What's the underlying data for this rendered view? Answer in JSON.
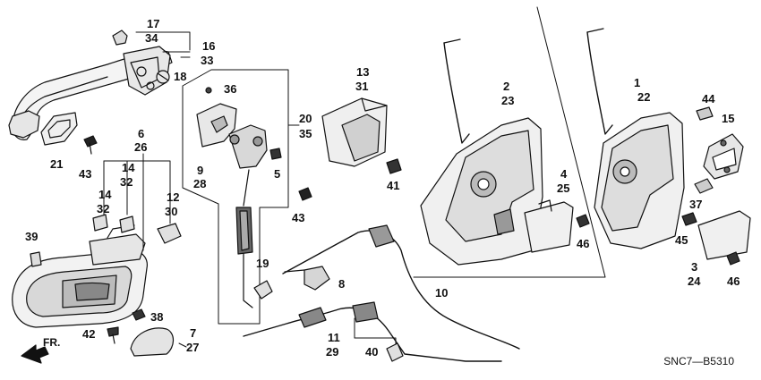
{
  "diagram": {
    "part_code": "SNC7—B5310",
    "front_label": "FR.",
    "callouts": {
      "c1": "1",
      "c22": "22",
      "c2": "2",
      "c23": "23",
      "c3": "3",
      "c24": "24",
      "c4": "4",
      "c25": "25",
      "c5": "5",
      "c6": "6",
      "c26": "26",
      "c7": "7",
      "c27": "27",
      "c8": "8",
      "c9": "9",
      "c28": "28",
      "c10": "10",
      "c11": "11",
      "c29": "29",
      "c12": "12",
      "c30": "30",
      "c13": "13",
      "c31": "31",
      "c14a": "14",
      "c32a": "32",
      "c14b": "14",
      "c32b": "32",
      "c15": "15",
      "c16": "16",
      "c33": "33",
      "c17": "17",
      "c34": "34",
      "c18": "18",
      "c19": "19",
      "c20": "20",
      "c35": "35",
      "c21": "21",
      "c36": "36",
      "c37": "37",
      "c38": "38",
      "c39": "39",
      "c40": "40",
      "c41": "41",
      "c42": "42",
      "c43a": "43",
      "c43b": "43",
      "c44": "44",
      "c45": "45",
      "c46a": "46",
      "c46b": "46"
    }
  }
}
